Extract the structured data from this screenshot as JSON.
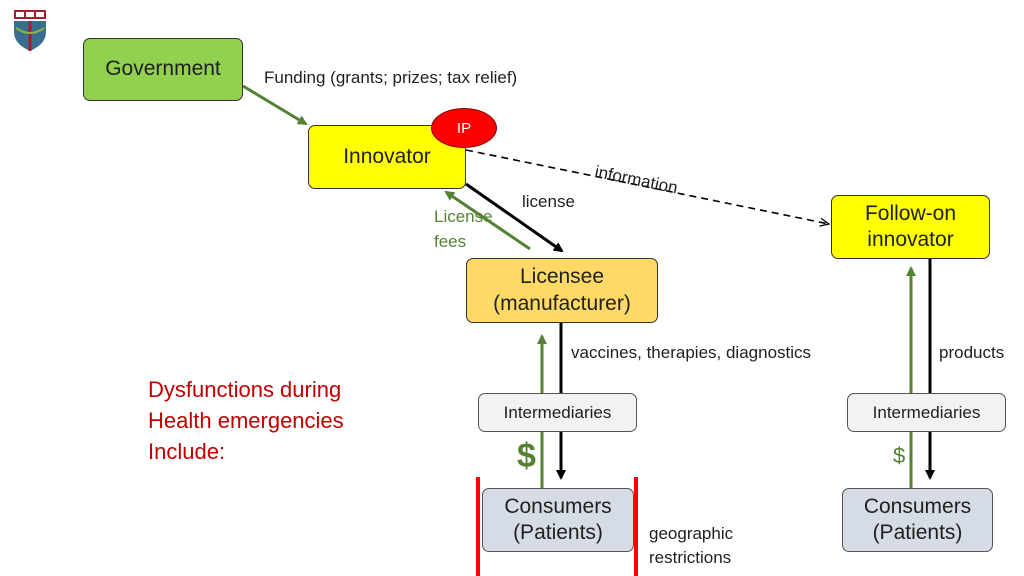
{
  "colors": {
    "government": "#92d050",
    "innovator": "#ffff00",
    "licensee": "#ffd966",
    "intermediary": "#f2f2f2",
    "consumer": "#d6dce5",
    "ip": "#ff0000",
    "green_arrow": "#548235",
    "black_arrow": "#000000",
    "red_text": "#c00000",
    "red_bar": "#ff0000"
  },
  "nodes": {
    "government": "Government",
    "innovator": "Innovator",
    "ip": "IP",
    "follow_on": [
      "Follow-on",
      "innovator"
    ],
    "licensee": [
      "Licensee",
      "(manufacturer)"
    ],
    "intermediaries_left": "Intermediaries",
    "intermediaries_right": "Intermediaries",
    "consumers_left": [
      "Consumers",
      "(Patients)"
    ],
    "consumers_right": [
      "Consumers",
      "(Patients)"
    ]
  },
  "edge_labels": {
    "funding": "Funding (grants; prizes; tax relief)",
    "information": "information",
    "license": "license",
    "license_fees": [
      "License",
      "fees"
    ],
    "vaccines": "vaccines, therapies, diagnostics",
    "products": "products",
    "dollar_large": "$",
    "dollar_small": "$",
    "geographic": [
      "geographic",
      "restrictions"
    ]
  },
  "note": [
    "Dysfunctions during",
    "Health emergencies",
    "Include:"
  ],
  "icons": {
    "logo": "shield-logo-icon"
  }
}
